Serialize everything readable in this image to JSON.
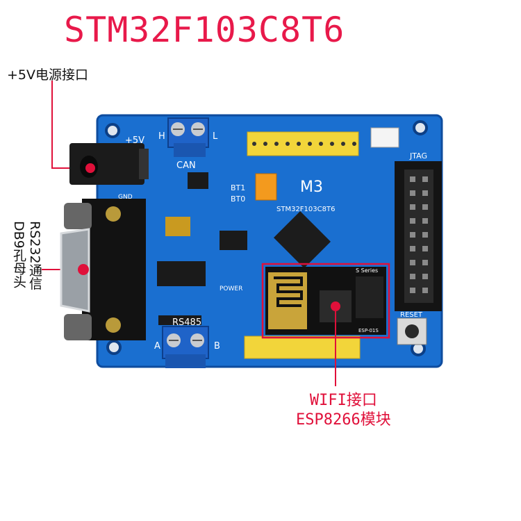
{
  "title": "STM32F103C8T6",
  "callouts": {
    "power": "+5V电源接口",
    "rs232_line1": "RS232通信",
    "rs232_line2": "DB9孔母头",
    "wifi_line1": "WIFI接口",
    "wifi_line2": "ESP8266模块"
  },
  "board": {
    "silkscreen": {
      "plus5v": "+5V",
      "h": "H",
      "l": "L",
      "can": "CAN",
      "gnd": "GND",
      "bt1": "BT1",
      "bt0": "BT0",
      "m3": "M3",
      "chip": "STM32F103C8T6",
      "jtag": "JTAG",
      "rs485": "RS485",
      "a": "A",
      "b": "B",
      "power": "POWER",
      "reset": "RESET",
      "series": "S Series",
      "esp01": "ESP-01S"
    },
    "colors": {
      "pcb": "#1a6fd0",
      "highlight": "#e0103a",
      "header": "#f2d53a",
      "terminal": "#1f63c8"
    }
  }
}
